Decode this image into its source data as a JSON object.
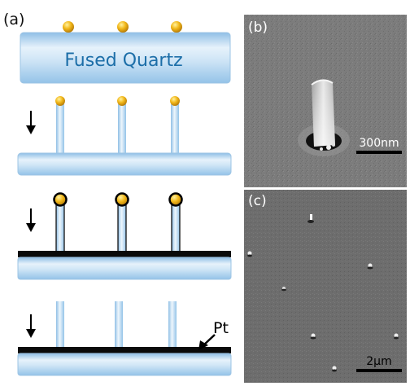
{
  "panel_a": {
    "label": "(a)",
    "substrate_text": "Fused Quartz",
    "pt_label": "Pt"
  },
  "panel_b": {
    "label": "(b)",
    "scale_bar_text": "300nm"
  },
  "panel_c": {
    "label": "(c)",
    "scale_bar_text": "2μm"
  },
  "colors": {
    "quartz_light": "#e2f0fb",
    "quartz_mid": "#bcdaf3",
    "quartz_dark": "#8fbfe6",
    "quartz_text": "#1c6ea8",
    "gold": "#f0b71a",
    "platinum": "#0a0a0a",
    "sem_background": "#7c7c7c"
  }
}
